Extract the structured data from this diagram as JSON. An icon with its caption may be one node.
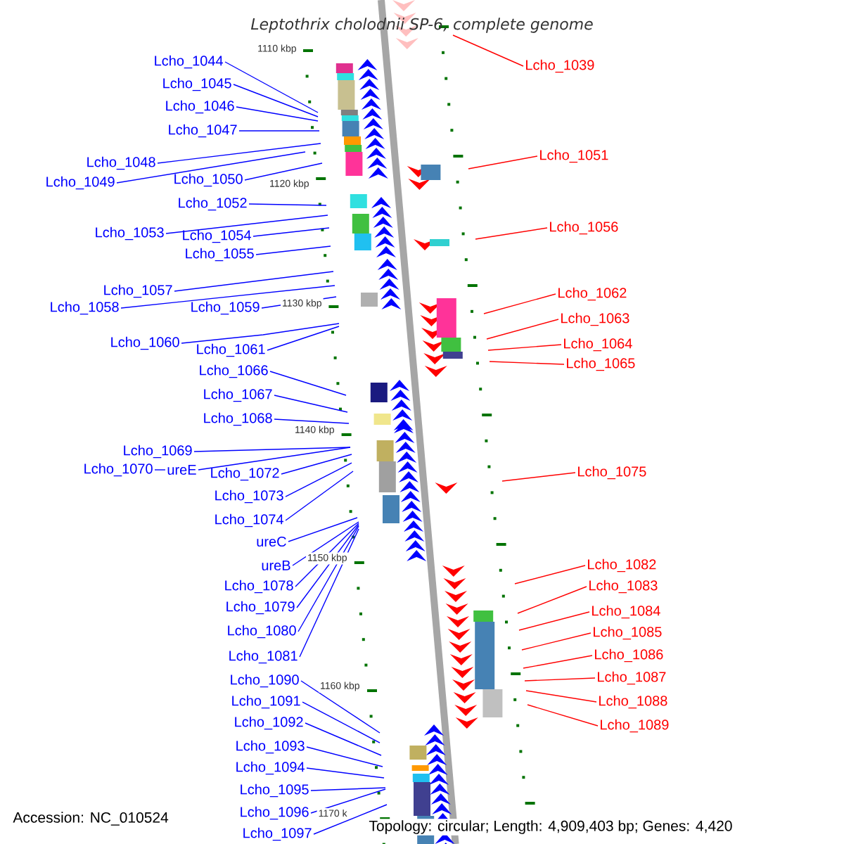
{
  "diagram": {
    "title": "Leptothrix cholodnii SP-6, complete genome",
    "nodes": [
      {
        "text": [
          "Lcho_1044"
        ]
      },
      {
        "text": [
          "Lcho_1045"
        ]
      },
      {
        "text": [
          "Lcho_1046"
        ]
      },
      {
        "text": [
          "Lcho_1047"
        ]
      },
      {
        "text": [
          "Lcho_1048"
        ]
      },
      {
        "text": [
          "Lcho_1049"
        ]
      },
      {
        "text": [
          "Lcho_1050"
        ]
      },
      {
        "text": [
          "Lcho_1052"
        ]
      },
      {
        "text": [
          "Lcho_1053"
        ]
      },
      {
        "text": [
          "Lcho_1054"
        ]
      },
      {
        "text": [
          "Lcho_1055"
        ]
      },
      {
        "text": [
          "Lcho_1057"
        ]
      },
      {
        "text": [
          "Lcho_1058"
        ]
      },
      {
        "text": [
          "Lcho_1059"
        ]
      },
      {
        "text": [
          "Lcho_1060"
        ]
      },
      {
        "text": [
          "Lcho_1061"
        ]
      },
      {
        "text": [
          "Lcho_1066"
        ]
      },
      {
        "text": [
          "Lcho_1067"
        ]
      },
      {
        "text": [
          "Lcho_1068"
        ]
      },
      {
        "text": [
          "Lcho_1069"
        ]
      },
      {
        "text": [
          "Lcho_1070"
        ]
      },
      {
        "text": [
          "ureE"
        ]
      },
      {
        "text": [
          "Lcho_1072"
        ]
      },
      {
        "text": [
          "Lcho_1073"
        ]
      },
      {
        "text": [
          "Lcho_1074"
        ]
      },
      {
        "text": [
          "ureC"
        ]
      },
      {
        "text": [
          "ureB"
        ]
      },
      {
        "text": [
          "Lcho_1078"
        ]
      },
      {
        "text": [
          "Lcho_1079"
        ]
      },
      {
        "text": [
          "Lcho_1080"
        ]
      },
      {
        "text": [
          "Lcho_1081"
        ]
      },
      {
        "text": [
          "Lcho_1090"
        ]
      },
      {
        "text": [
          "Lcho_1091"
        ]
      },
      {
        "text": [
          "Lcho_1092"
        ]
      },
      {
        "text": [
          "Lcho_1093"
        ]
      },
      {
        "text": [
          "Lcho_1094"
        ]
      },
      {
        "text": [
          "Lcho_1095"
        ]
      },
      {
        "text": [
          "Lcho_1096"
        ]
      },
      {
        "text": [
          "Lcho_1097"
        ]
      },
      {
        "text": [
          "Lcho_1039"
        ]
      },
      {
        "text": [
          "Lcho_1051"
        ]
      },
      {
        "text": [
          "Lcho_1056"
        ]
      },
      {
        "text": [
          "Lcho_1062"
        ]
      },
      {
        "text": [
          "Lcho_1063"
        ]
      },
      {
        "text": [
          "Lcho_1064"
        ]
      },
      {
        "text": [
          "Lcho_1065"
        ]
      },
      {
        "text": [
          "Lcho_1075"
        ]
      },
      {
        "text": [
          "Lcho_1082"
        ]
      },
      {
        "text": [
          "Lcho_1083"
        ]
      },
      {
        "text": [
          "Lcho_1084"
        ]
      },
      {
        "text": [
          "Lcho_1085"
        ]
      },
      {
        "text": [
          "Lcho_1086"
        ]
      },
      {
        "text": [
          "Lcho_1087"
        ]
      },
      {
        "text": [
          "Lcho_1088"
        ]
      },
      {
        "text": [
          "Lcho_1089"
        ]
      }
    ],
    "edges": [
      {
        "from": 0,
        "to": null,
        "arrow": "none"
      },
      {
        "from": 1,
        "to": null,
        "arrow": "none"
      },
      {
        "from": 2,
        "to": null,
        "arrow": "none"
      },
      {
        "from": 3,
        "to": null,
        "arrow": "none"
      },
      {
        "from": 4,
        "to": null,
        "arrow": "none"
      },
      {
        "from": 5,
        "to": null,
        "arrow": "none"
      },
      {
        "from": 6,
        "to": null,
        "arrow": "none"
      },
      {
        "from": 7,
        "to": null,
        "arrow": "none"
      },
      {
        "from": 8,
        "to": null,
        "arrow": "none"
      },
      {
        "from": 9,
        "to": null,
        "arrow": "none"
      },
      {
        "from": 10,
        "to": null,
        "arrow": "none"
      },
      {
        "from": 11,
        "to": null,
        "arrow": "none"
      },
      {
        "from": 12,
        "to": null,
        "arrow": "none"
      },
      {
        "from": 13,
        "to": null,
        "arrow": "none"
      },
      {
        "from": 14,
        "to": null,
        "arrow": "none"
      },
      {
        "from": 15,
        "to": null,
        "arrow": "none"
      },
      {
        "from": 16,
        "to": null,
        "arrow": "none"
      },
      {
        "from": 17,
        "to": null,
        "arrow": "none"
      },
      {
        "from": 18,
        "to": null,
        "arrow": "none"
      },
      {
        "from": 19,
        "to": null,
        "arrow": "none"
      },
      {
        "from": 20,
        "to": 21,
        "arrow": "none"
      },
      {
        "from": 21,
        "to": null,
        "arrow": "none"
      },
      {
        "from": 22,
        "to": null,
        "arrow": "none"
      },
      {
        "from": 23,
        "to": null,
        "arrow": "none"
      },
      {
        "from": 24,
        "to": null,
        "arrow": "none"
      },
      {
        "from": 25,
        "to": null,
        "arrow": "none"
      },
      {
        "from": 26,
        "to": null,
        "arrow": "none"
      },
      {
        "from": 27,
        "to": null,
        "arrow": "none"
      },
      {
        "from": 28,
        "to": null,
        "arrow": "none"
      },
      {
        "from": 29,
        "to": null,
        "arrow": "none"
      },
      {
        "from": 30,
        "to": null,
        "arrow": "none"
      },
      {
        "from": 31,
        "to": null,
        "arrow": "none"
      },
      {
        "from": 32,
        "to": null,
        "arrow": "none"
      },
      {
        "from": 33,
        "to": null,
        "arrow": "none"
      },
      {
        "from": 34,
        "to": null,
        "arrow": "none"
      },
      {
        "from": 35,
        "to": null,
        "arrow": "none"
      },
      {
        "from": 36,
        "to": null,
        "arrow": "none"
      },
      {
        "from": 37,
        "to": null,
        "arrow": "none"
      },
      {
        "from": 38,
        "to": null,
        "arrow": "none"
      },
      {
        "from": 39,
        "to": null,
        "arrow": "none",
        "color": "#ff0000"
      },
      {
        "from": 40,
        "to": null,
        "arrow": "none",
        "color": "#ff0000"
      },
      {
        "from": 41,
        "to": null,
        "arrow": "none",
        "color": "#ff0000"
      },
      {
        "from": 42,
        "to": null,
        "arrow": "none",
        "color": "#ff0000"
      },
      {
        "from": 43,
        "to": null,
        "arrow": "none",
        "color": "#ff0000"
      },
      {
        "from": 44,
        "to": null,
        "arrow": "none",
        "color": "#ff0000"
      },
      {
        "from": 45,
        "to": null,
        "arrow": "none",
        "color": "#ff0000"
      },
      {
        "from": 46,
        "to": null,
        "arrow": "none",
        "color": "#ff0000"
      },
      {
        "from": 47,
        "to": null,
        "arrow": "none",
        "color": "#ff0000"
      },
      {
        "from": 48,
        "to": null,
        "arrow": "none",
        "color": "#ff0000"
      },
      {
        "from": 49,
        "to": null,
        "arrow": "none",
        "color": "#ff0000"
      },
      {
        "from": 50,
        "to": null,
        "arrow": "none",
        "color": "#ff0000"
      },
      {
        "from": 51,
        "to": null,
        "arrow": "none",
        "color": "#ff0000"
      },
      {
        "from": 52,
        "to": null,
        "arrow": "none",
        "color": "#ff0000"
      },
      {
        "from": 53,
        "to": null,
        "arrow": "none",
        "color": "#ff0000"
      },
      {
        "from": 54,
        "to": null,
        "arrow": "none",
        "color": "#ff0000"
      }
    ],
    "labels": [
      "1110 kbp",
      "1120 kbp",
      "1130 kbp",
      "1140 kbp",
      "1150 kbp",
      "1160 kbp",
      "1170 k",
      "Accession: NC_010524",
      "Topology: circular; Length: 4,909,403 bp; Genes: 4,420"
    ]
  }
}
